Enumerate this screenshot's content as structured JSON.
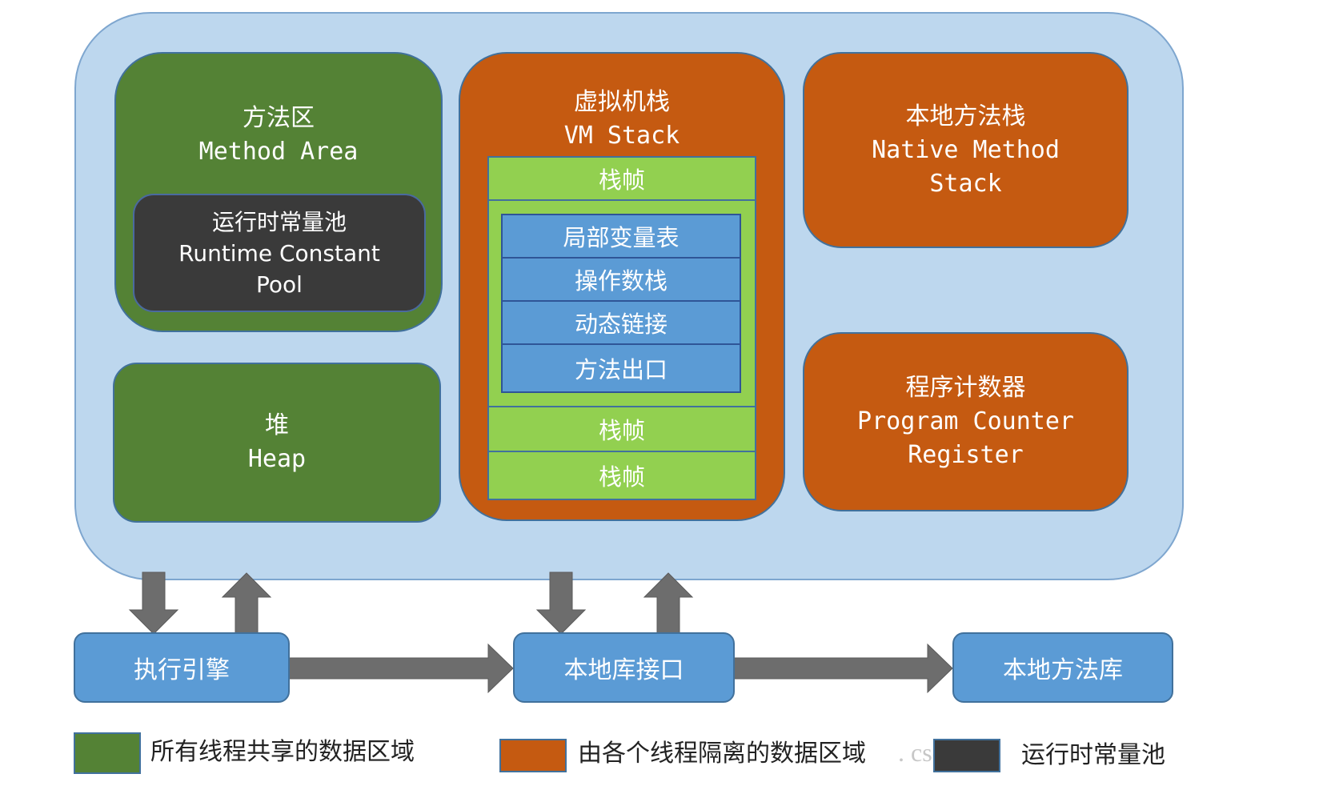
{
  "method_area": {
    "zh": "方法区",
    "en": "Method Area"
  },
  "runtime_pool": {
    "zh": "运行时常量池",
    "en_line1": "Runtime Constant",
    "en_line2": "Pool"
  },
  "heap": {
    "zh": "堆",
    "en": "Heap"
  },
  "vm_stack": {
    "zh": "虚拟机栈",
    "en": "VM Stack",
    "frame_label": "栈帧",
    "frame_items": [
      "局部变量表",
      "操作数栈",
      "动态链接",
      "方法出口"
    ]
  },
  "native_stack": {
    "zh": "本地方法栈",
    "en_line1": "Native Method",
    "en_line2": "Stack"
  },
  "pc_register": {
    "zh": "程序计数器",
    "en_line1": "Program Counter",
    "en_line2": "Register"
  },
  "bottom": {
    "engine": "执行引擎",
    "native_interface": "本地库接口",
    "native_library": "本地方法库"
  },
  "legend": {
    "shared": "所有线程共享的数据区域",
    "isolated": "由各个线程隔离的数据区域",
    "pool": "运行时常量池",
    "watermark": ". csdn. ne"
  },
  "colors": {
    "shared": "#548235",
    "isolated": "#c55a11",
    "pool": "#3a3a3a",
    "frame": "#92d050",
    "frame_item": "#5b9bd5",
    "container": "#bdd7ee",
    "arrow": "#6d6d6d",
    "component": "#5b9bd5"
  }
}
